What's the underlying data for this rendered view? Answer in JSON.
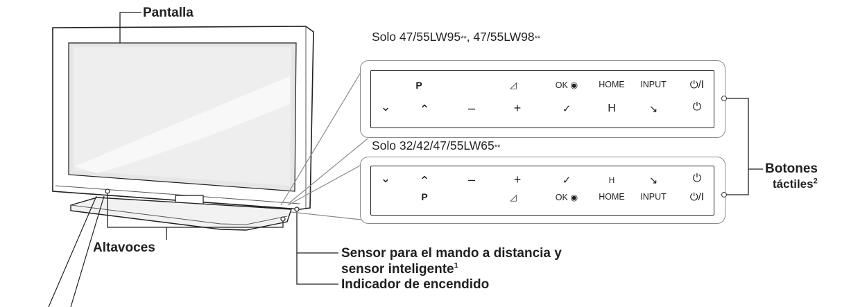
{
  "labels": {
    "screen": "Pantalla",
    "speakers": "Altavoces",
    "sensor_line1": "Sensor para el mando a distancia y",
    "sensor_line2": "sensor inteligente",
    "sensor_sup": "1",
    "power_indicator": "Indicador de encendido",
    "touch_line1": "Botones",
    "touch_line2": "táctiles",
    "touch_sup": "2"
  },
  "panel_top": {
    "caption_model1": "Solo 47/55LW95",
    "caption_sep": ", ",
    "caption_model2": "47/55LW98",
    "asterisks": "**",
    "row_labels": [
      "P",
      "◿",
      "OK ◉",
      "HOME",
      "INPUT",
      "⏻/Ⅰ"
    ],
    "row_symbols": [
      "⌄",
      "⌃",
      "–",
      "+",
      "✓",
      "H",
      "↘",
      "⏻"
    ]
  },
  "panel_bottom": {
    "caption": "Solo 32/42/47/55LW65",
    "asterisks": "**",
    "row_symbols": [
      "⌄",
      "⌃",
      "–",
      "+",
      "✓",
      "H",
      "↘",
      "⏻"
    ],
    "row_labels": [
      "P",
      "◿",
      "OK ◉",
      "HOME",
      "INPUT",
      "⏻/Ⅰ"
    ]
  }
}
